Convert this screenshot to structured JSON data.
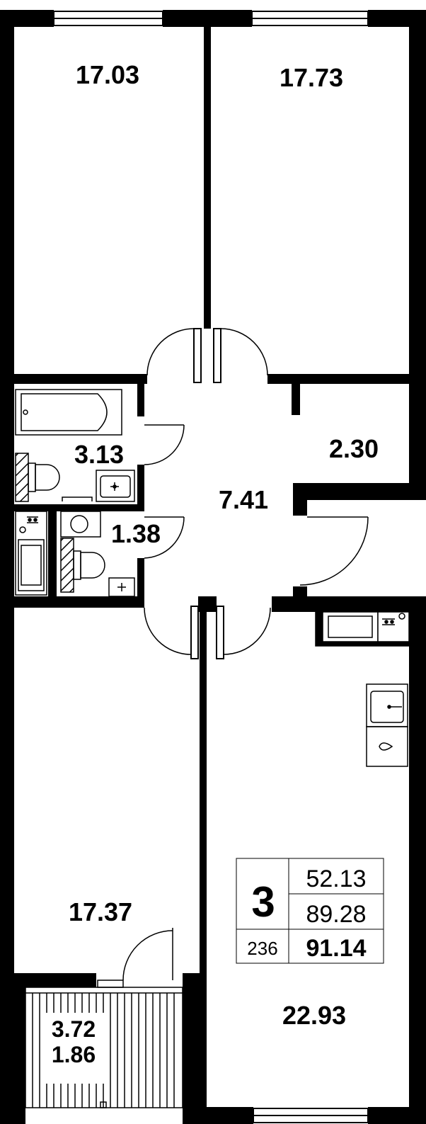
{
  "rooms": {
    "bedroom_left_area": "17.03",
    "bedroom_right_area": "17.73",
    "storage_area": "2.30",
    "bathroom_area": "3.13",
    "toilet_area": "1.38",
    "hall_area": "7.41",
    "bedroom_bottom_area": "17.37",
    "living_kitchen_area": "22.93",
    "balcony_area": "3.72",
    "balcony_reduced_area": "1.86"
  },
  "info": {
    "room_count": "3",
    "living_area": "52.13",
    "total_area": "89.28",
    "total_with_balcony": "91.14",
    "apartment_number": "236"
  },
  "colors": {
    "wall": "#000000",
    "background": "#ffffff"
  }
}
